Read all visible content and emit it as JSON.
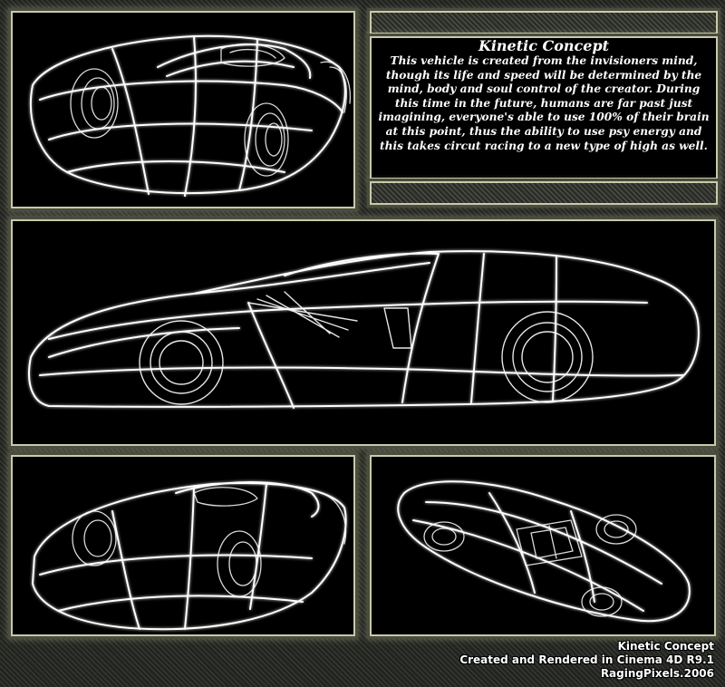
{
  "info": {
    "title": "Kinetic Concept",
    "body": "This vehicle is created from the invisioners mind, though its life  and speed will be determined by the mind, body and soul control of the creator. During this time in the future, humans are far past just imagining, everyone's able to use 100% of their brain at this point, thus the ability to use psy energy and this takes circut racing to a new type of high as well."
  },
  "credits": {
    "line1": "Kinetic Concept",
    "line2": "Created and Rendered in Cinema 4D R9.1",
    "line3": "RagingPixels.2006"
  },
  "colors": {
    "panel_bg": "#000000",
    "border": "#c9caa8",
    "wire": "#ffffff"
  }
}
